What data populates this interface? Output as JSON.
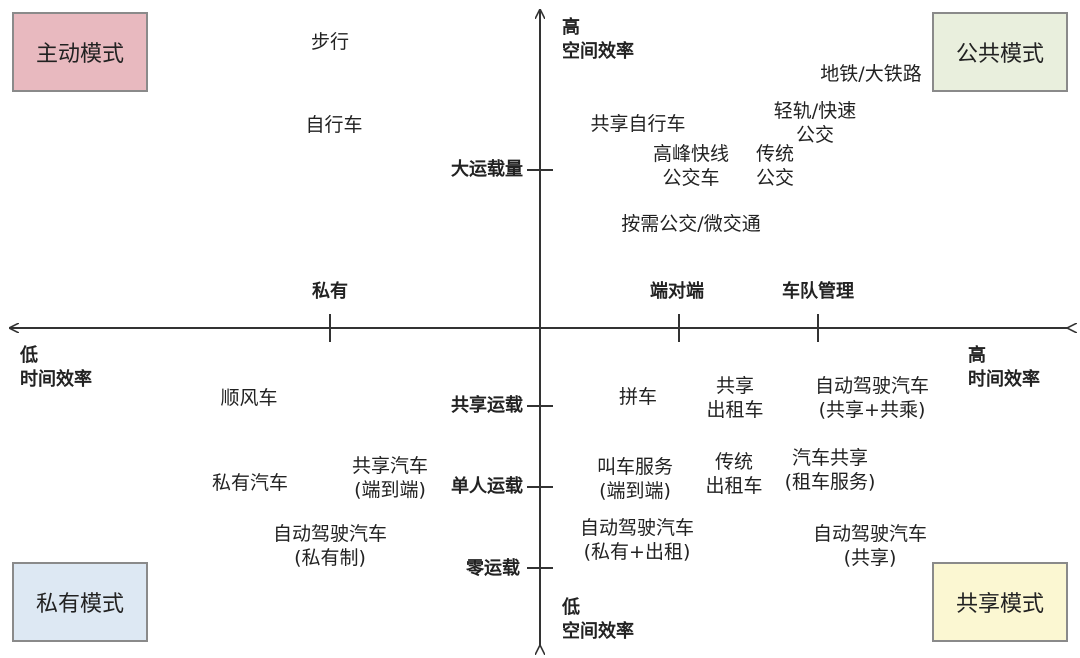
{
  "colors": {
    "private_active_box": "#e8b9bf",
    "public_box": "#e9efdd",
    "private_box": "#dde8f3",
    "shared_box": "#fbf7d2",
    "axis": "#333333"
  },
  "corner_boxes": {
    "top_left": "主动模式",
    "top_right": "公共模式",
    "bottom_left": "私有模式",
    "bottom_right": "共享模式"
  },
  "axis_labels": {
    "y_top": [
      "高",
      "空间效率"
    ],
    "y_bottom": [
      "低",
      "空间效率"
    ],
    "x_left": [
      "低",
      "时间效率"
    ],
    "x_right": [
      "高",
      "时间效率"
    ]
  },
  "y_ticks": [
    "大运载量",
    "共享运载",
    "单人运载",
    "零运载"
  ],
  "x_ticks": [
    "私有",
    "端对端",
    "车队管理"
  ],
  "modes": {
    "walking": "步行",
    "bicycle": "自行车",
    "shared_bicycle": "共享自行车",
    "subway": "地铁/大铁路",
    "light_rail": [
      "轻轨/快速",
      "公交"
    ],
    "peak_express": [
      "高峰快线",
      "公交车"
    ],
    "traditional_bus": [
      "传统",
      "公交"
    ],
    "on_demand_bus": "按需公交/微交通",
    "hitch": "顺风车",
    "carpool": "拼车",
    "shared_taxi": [
      "共享",
      "出租车"
    ],
    "av_shared_pooled": [
      "自动驾驶汽车",
      "(共享+共乘)"
    ],
    "private_car": "私有汽车",
    "shared_car_e2e": [
      "共享汽车",
      "(端到端)"
    ],
    "ride_hailing": [
      "叫车服务",
      "(端到端)"
    ],
    "traditional_taxi": [
      "传统",
      "出租车"
    ],
    "car_sharing": [
      "汽车共享",
      "(租车服务)"
    ],
    "av_private": [
      "自动驾驶汽车",
      "(私有制)"
    ],
    "av_private_rental": [
      "自动驾驶汽车",
      "(私有+出租)"
    ],
    "av_shared": [
      "自动驾驶汽车",
      "(共享)"
    ]
  }
}
